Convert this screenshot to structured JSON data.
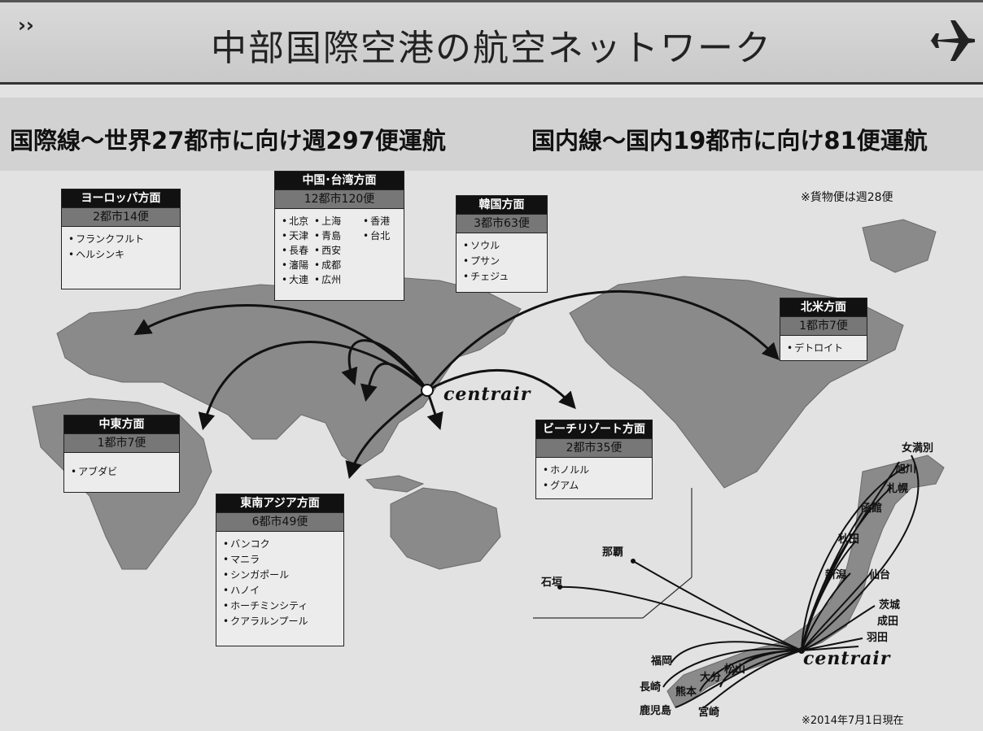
{
  "header": {
    "chevron": "››",
    "title": "中部国際空港の航空ネットワーク"
  },
  "stats": {
    "international": "国際線～世界27都市に向け週297便運航",
    "domestic": "国内線～国内19都市に向け81便運航"
  },
  "notes": {
    "cargo": "※貨物便は週28便",
    "date": "※2014年7月1日現在"
  },
  "hub_label": "centrair",
  "regions": {
    "europe": {
      "name": "ヨーロッパ方面",
      "summary": "2都市14便",
      "cities": [
        "フランクフルト",
        "ヘルシンキ"
      ]
    },
    "china": {
      "name": "中国･台湾方面",
      "summary": "12都市120便",
      "cities": [
        "北京",
        "上海",
        "香港",
        "天津",
        "青島",
        "台北",
        "長春",
        "西安",
        "",
        "瀋陽",
        "成都",
        "",
        "大連",
        "広州",
        ""
      ]
    },
    "korea": {
      "name": "韓国方面",
      "summary": "3都市63便",
      "cities": [
        "ソウル",
        "プサン",
        "チェジュ"
      ]
    },
    "north_america": {
      "name": "北米方面",
      "summary": "1都市7便",
      "cities": [
        "デトロイト"
      ]
    },
    "middle_east": {
      "name": "中東方面",
      "summary": "1都市7便",
      "cities": [
        "アブダビ"
      ]
    },
    "beach_resort": {
      "name": "ビーチリゾート方面",
      "summary": "2都市35便",
      "cities": [
        "ホノルル",
        "グアム"
      ]
    },
    "southeast_asia": {
      "name": "東南アジア方面",
      "summary": "6都市49便",
      "cities": [
        "バンコク",
        "マニラ",
        "シンガポール",
        "ハノイ",
        "ホーチミンシティ",
        "クアラルンプール"
      ]
    }
  },
  "domestic_cities": {
    "memanbetsu": "女満別",
    "asahikawa": "旭川",
    "sapporo": "札幌",
    "hakodate": "函館",
    "akita": "秋田",
    "niigata": "新潟",
    "sendai": "仙台",
    "ibaraki": "茨城",
    "narita": "成田",
    "haneda": "羽田",
    "naha": "那覇",
    "ishigaki": "石垣",
    "fukuoka": "福岡",
    "nagasaki": "長崎",
    "kumamoto": "熊本",
    "oita": "大分",
    "matsuyama": "松山",
    "kagoshima": "鹿児島",
    "miyazaki": "宮崎"
  }
}
